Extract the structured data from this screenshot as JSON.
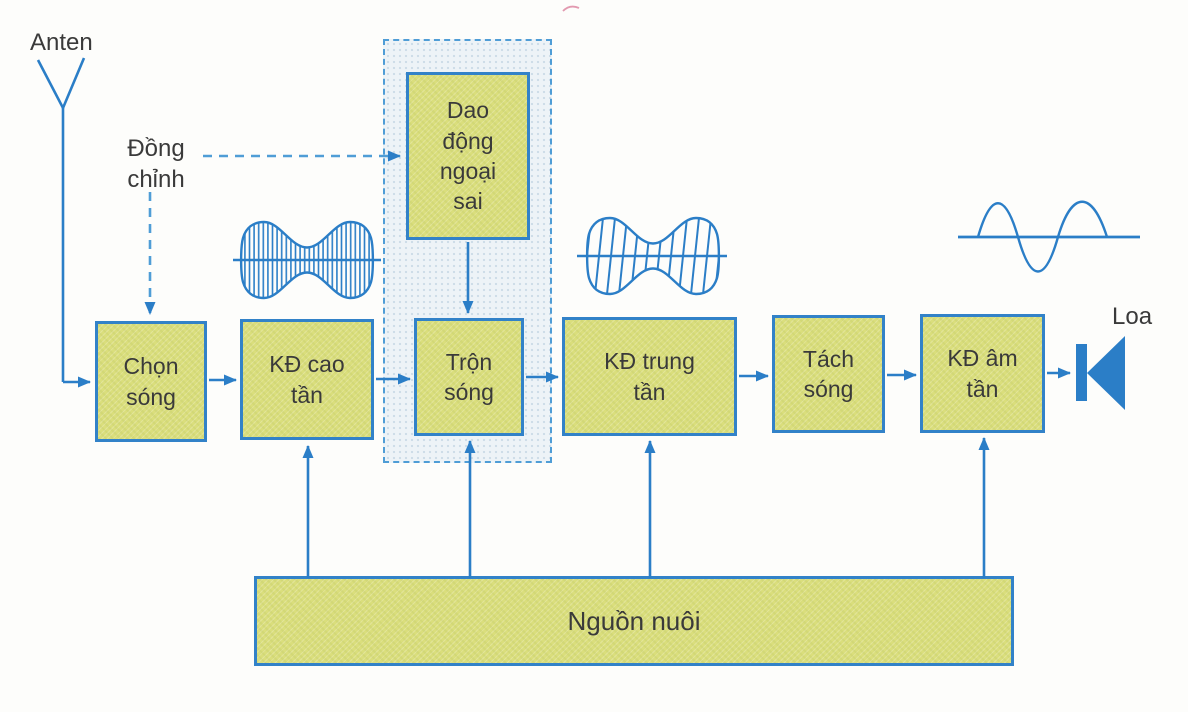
{
  "labels": {
    "antenna": "Anten",
    "tuning": "Đồng chỉnh",
    "speaker": "Loa"
  },
  "blocks": {
    "chon_song": "Chọn sóng",
    "kd_cao_tan": "KĐ cao tần",
    "dao_dong_ngoai_sai": "Dao động ngoại sai",
    "tron_song": "Trộn sóng",
    "kd_trung_tan": "KĐ trung tần",
    "tach_song": "Tách sóng",
    "kd_am_tan": "KĐ âm tần",
    "nguon_nuoi": "Nguồn nuôi"
  },
  "icons": {
    "antenna_icon": "antenna-icon",
    "speaker_icon": "speaker-icon",
    "rf_wave_icon": "am-modulated-wave-icon",
    "if_wave_icon": "am-if-wave-icon",
    "audio_wave_icon": "sine-wave-icon"
  },
  "colors": {
    "line_blue": "#2b7ec7",
    "dashed_blue": "#4f9dd6",
    "block_fill": "#dade7c",
    "block_border": "#3282c8",
    "dashed_region_fill": "#edf3f7",
    "text": "#3a3a3a"
  }
}
